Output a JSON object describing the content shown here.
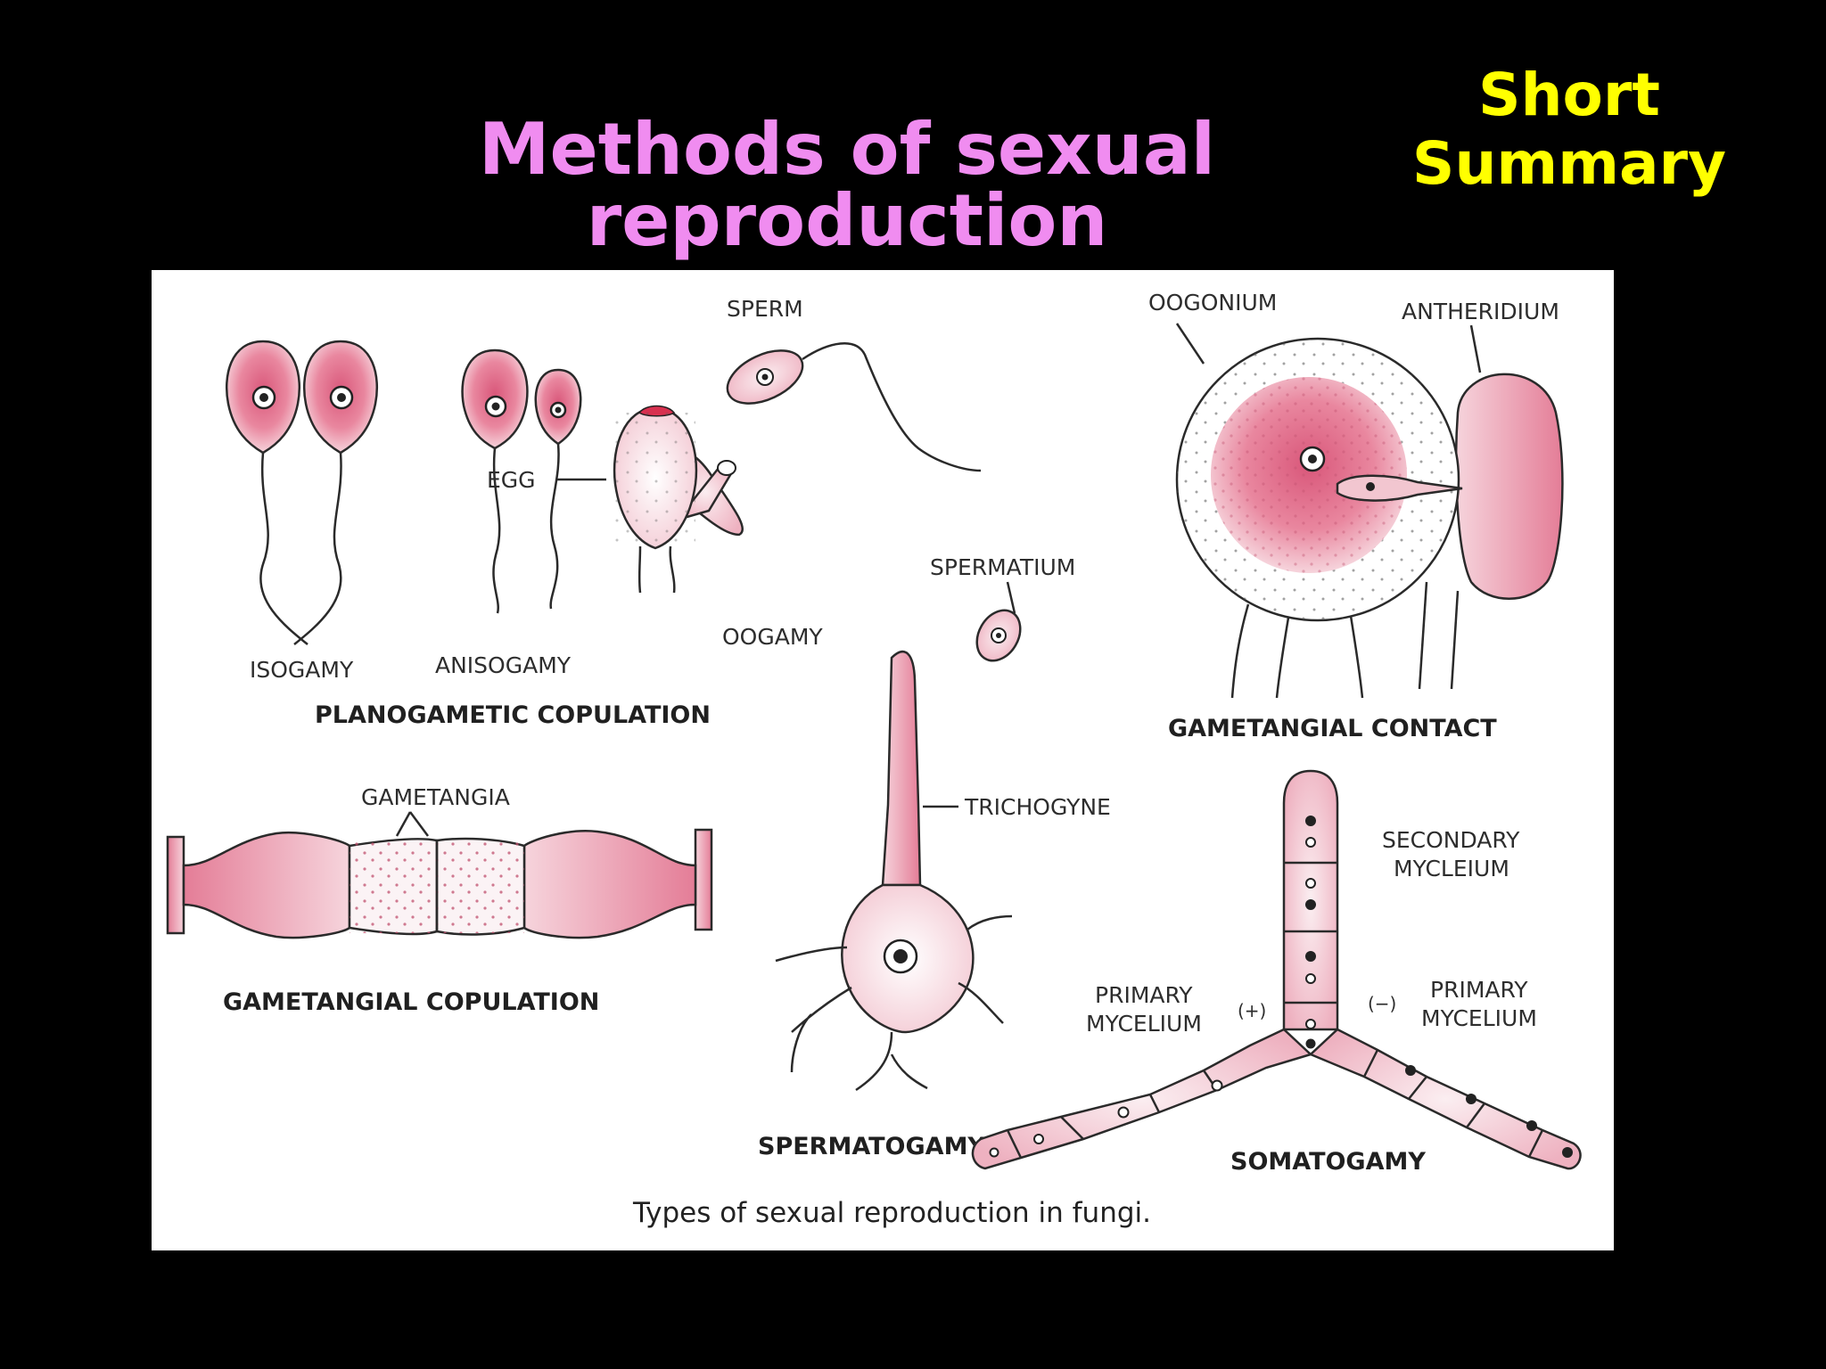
{
  "slide": {
    "title": "Methods of sexual reproduction",
    "corner_note_line1": "Short",
    "corner_note_line2": "Summary"
  },
  "colors": {
    "background": "#000000",
    "title": "#f08cf0",
    "corner_note": "#ffff00",
    "cell_pink": "#e8899f",
    "cell_light": "#f7dde3"
  },
  "figure": {
    "labels": {
      "isogamy": "ISOGAMY",
      "anisogamy": "ANISOGAMY",
      "egg": "EGG",
      "sperm": "SPERM",
      "oogamy": "OOGAMY",
      "planogametic_copulation": "PLANOGAMETIC COPULATION",
      "oogonium": "OOGONIUM",
      "antheridium": "ANTHERIDIUM",
      "gametangial_contact": "GAMETANGIAL CONTACT",
      "spermatium": "SPERMATIUM",
      "trichogyne": "TRICHOGYNE",
      "spermatogamy": "SPERMATOGAMY",
      "gametangia": "GAMETANGIA",
      "gametangial_copulation": "GAMETANGIAL COPULATION",
      "secondary_mycelium_1": "SECONDARY",
      "secondary_mycelium_2": "MYCLEIUM",
      "primary_left_1": "PRIMARY",
      "primary_left_2": "MYCELIUM",
      "primary_right_1": "PRIMARY",
      "primary_right_2": "MYCELIUM",
      "plus_sign": "(+)",
      "minus_sign": "(−)",
      "somatogamy": "SOMATOGAMY"
    },
    "caption": "Types of sexual reproduction in fungi."
  }
}
